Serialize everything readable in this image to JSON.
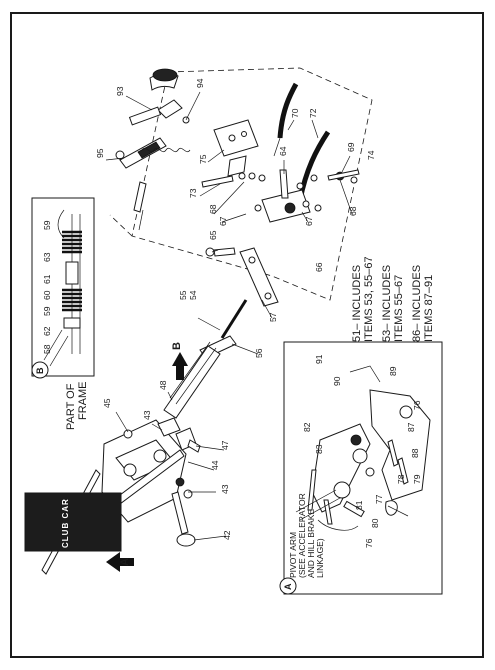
{
  "callouts": [
    {
      "id": "c93",
      "text": "93"
    },
    {
      "id": "c94",
      "text": "94"
    },
    {
      "id": "c95",
      "text": "95"
    },
    {
      "id": "c70",
      "text": "70"
    },
    {
      "id": "c72",
      "text": "72"
    },
    {
      "id": "c75",
      "text": "75"
    },
    {
      "id": "c64",
      "text": "64"
    },
    {
      "id": "c69",
      "text": "69"
    },
    {
      "id": "c74",
      "text": "74"
    },
    {
      "id": "c73",
      "text": "73"
    },
    {
      "id": "c68a",
      "text": "68"
    },
    {
      "id": "c68b",
      "text": "68"
    },
    {
      "id": "c67a",
      "text": "67"
    },
    {
      "id": "c67b",
      "text": "67"
    },
    {
      "id": "c65",
      "text": "65"
    },
    {
      "id": "c66",
      "text": "66"
    },
    {
      "id": "c55",
      "text": "55"
    },
    {
      "id": "c54",
      "text": "54"
    },
    {
      "id": "c57",
      "text": "57"
    },
    {
      "id": "c56",
      "text": "56"
    },
    {
      "id": "c48",
      "text": "48"
    },
    {
      "id": "c45",
      "text": "45"
    },
    {
      "id": "c43a",
      "text": "43"
    },
    {
      "id": "c43b",
      "text": "43"
    },
    {
      "id": "c44",
      "text": "44"
    },
    {
      "id": "c47",
      "text": "47"
    },
    {
      "id": "c42",
      "text": "42"
    },
    {
      "id": "c59a",
      "text": "59"
    },
    {
      "id": "c63",
      "text": "63"
    },
    {
      "id": "c61",
      "text": "61"
    },
    {
      "id": "c60",
      "text": "60"
    },
    {
      "id": "c59b",
      "text": "59"
    },
    {
      "id": "c62",
      "text": "62"
    },
    {
      "id": "c58",
      "text": "58"
    },
    {
      "id": "c91",
      "text": "91"
    },
    {
      "id": "c90",
      "text": "90"
    },
    {
      "id": "c89",
      "text": "89"
    },
    {
      "id": "c82",
      "text": "82"
    },
    {
      "id": "c83",
      "text": "83"
    },
    {
      "id": "c76a",
      "text": "76"
    },
    {
      "id": "c87",
      "text": "87"
    },
    {
      "id": "c88",
      "text": "88"
    },
    {
      "id": "c79",
      "text": "79"
    },
    {
      "id": "c78",
      "text": "78"
    },
    {
      "id": "c77",
      "text": "77"
    },
    {
      "id": "c80",
      "text": "80"
    },
    {
      "id": "c81",
      "text": "81"
    },
    {
      "id": "c76b",
      "text": "76"
    }
  ],
  "frame_label": [
    "PART OF",
    "FRAME"
  ],
  "view_a_marker": "A",
  "view_b_marker": "B",
  "pedal_brand": "CLUB CAR",
  "pivot_arm_label": [
    "PIVOT ARM",
    "(SEE ACCELERATOR",
    "AND HILL BRAKE",
    "LINKAGE)"
  ],
  "notes": [
    "51– INCLUDES",
    "ITEMS 53, 55–67",
    "53– INCLUDES",
    "ITEMS 55–67",
    "86– INCLUDES",
    "ITEMS 87–91"
  ]
}
